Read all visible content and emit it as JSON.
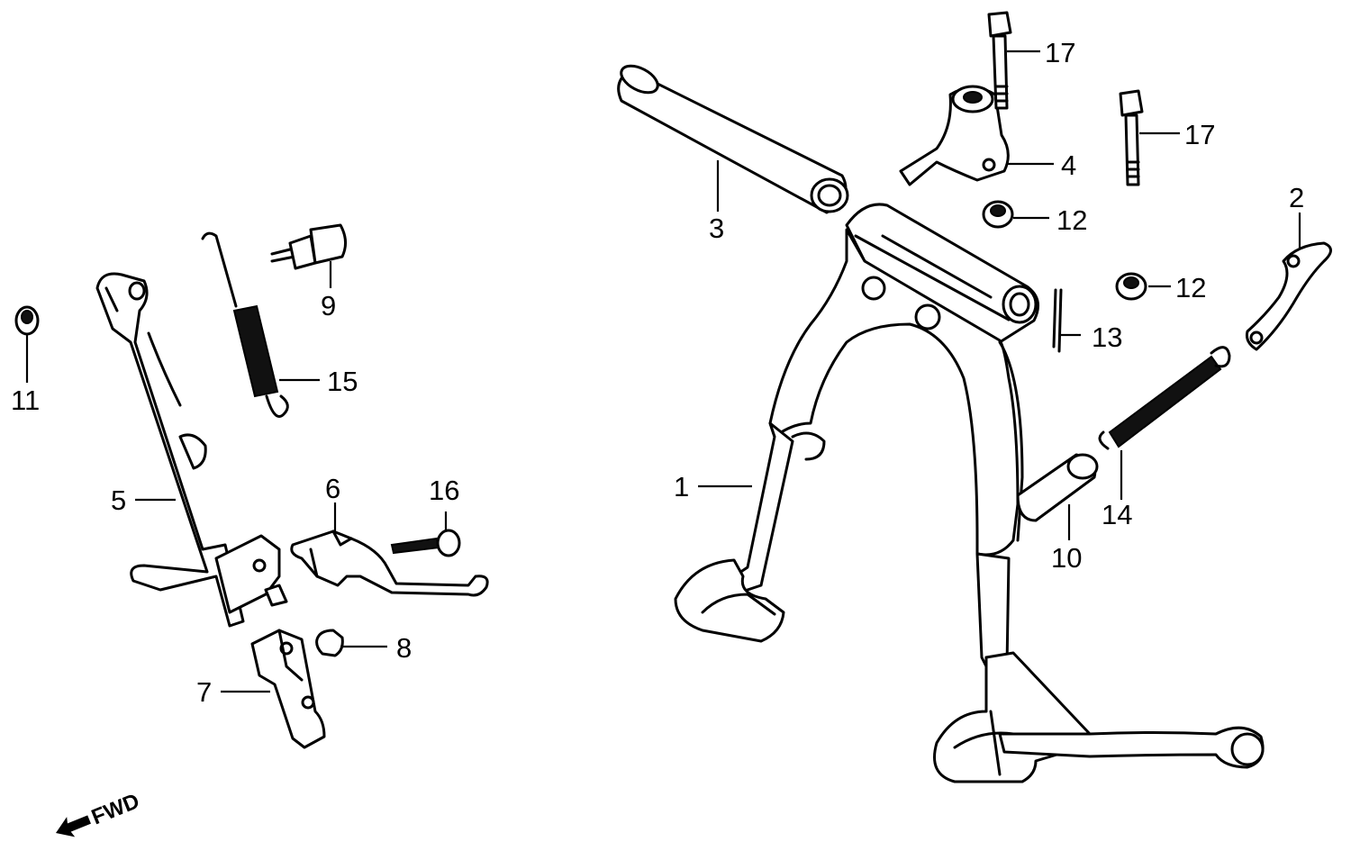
{
  "callouts": [
    {
      "id": "1",
      "label": "1"
    },
    {
      "id": "2",
      "label": "2"
    },
    {
      "id": "3",
      "label": "3"
    },
    {
      "id": "4",
      "label": "4"
    },
    {
      "id": "5",
      "label": "5"
    },
    {
      "id": "6",
      "label": "6"
    },
    {
      "id": "7",
      "label": "7"
    },
    {
      "id": "8",
      "label": "8"
    },
    {
      "id": "9",
      "label": "9"
    },
    {
      "id": "10",
      "label": "10"
    },
    {
      "id": "11",
      "label": "11"
    },
    {
      "id": "12a",
      "label": "12"
    },
    {
      "id": "12b",
      "label": "12"
    },
    {
      "id": "13",
      "label": "13"
    },
    {
      "id": "14",
      "label": "14"
    },
    {
      "id": "15",
      "label": "15"
    },
    {
      "id": "16",
      "label": "16"
    },
    {
      "id": "17a",
      "label": "17"
    },
    {
      "id": "17b",
      "label": "17"
    }
  ],
  "direction_indicator": {
    "label": "FWD",
    "icon": "arrow-left-down-icon"
  }
}
